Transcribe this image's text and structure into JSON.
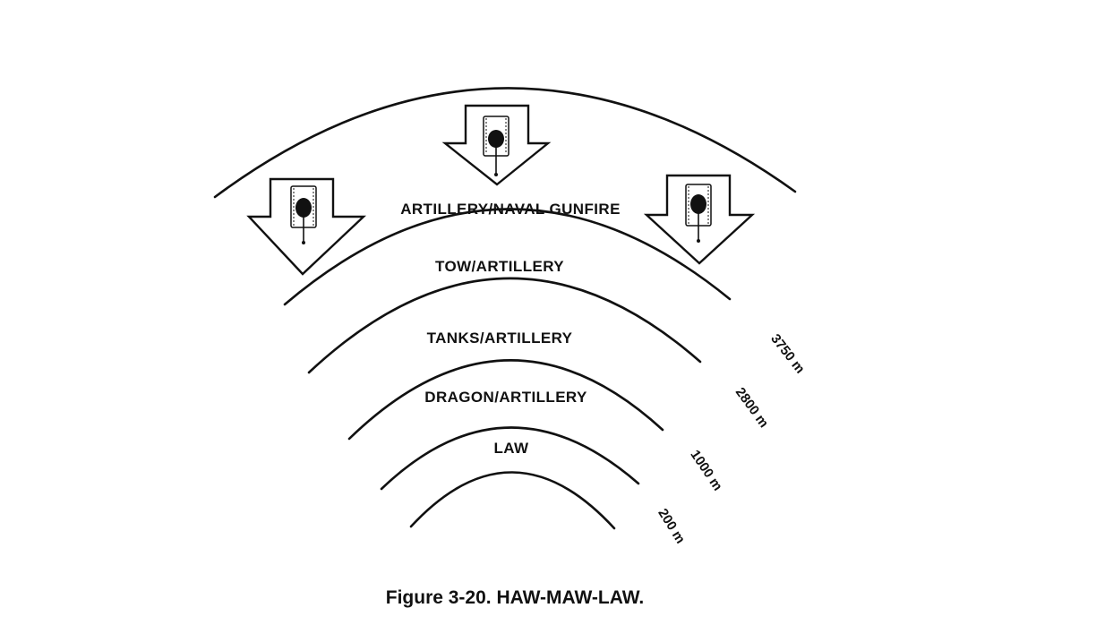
{
  "zones": [
    {
      "id": "artillery-naval-gunfire",
      "label": "ARTILLERY/NAVAL GUNFIRE"
    },
    {
      "id": "tow-artillery",
      "label": "TOW/ARTILLERY"
    },
    {
      "id": "tanks-artillery",
      "label": "TANKS/ARTILLERY"
    },
    {
      "id": "dragon-artillery",
      "label": "DRAGON/ARTILLERY"
    },
    {
      "id": "law",
      "label": "LAW"
    }
  ],
  "ranges": [
    {
      "id": "3750",
      "label": "3750 m"
    },
    {
      "id": "2800",
      "label": "2800 m"
    },
    {
      "id": "1000",
      "label": "1000 m"
    },
    {
      "id": "200",
      "label": "200 m"
    }
  ],
  "icons": {
    "arrow": "down-arrow-icon",
    "tank": "tank-icon"
  },
  "caption": "Figure 3-20.  HAW-MAW-LAW."
}
